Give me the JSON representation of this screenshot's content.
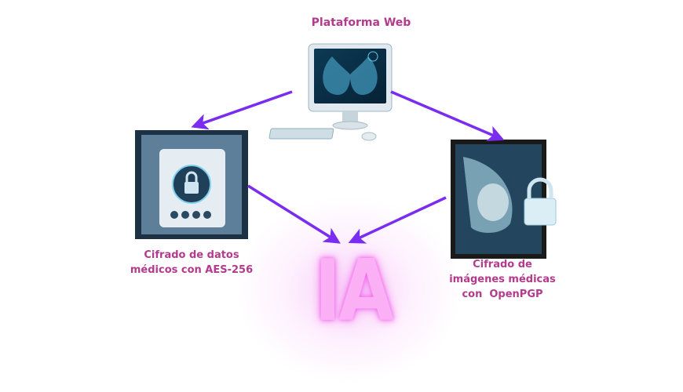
{
  "title": "Plataforma Web",
  "left_caption": [
    "Cifrado de datos",
    "médicos con AES-256"
  ],
  "right_caption": [
    "Cifrado de",
    "imágenes médicas",
    "con  OpenPGP"
  ],
  "center_label": "IA",
  "colors": {
    "arrow": "#7a2cf0",
    "text": "#b33a8c",
    "ia": "#fbb0f5"
  }
}
